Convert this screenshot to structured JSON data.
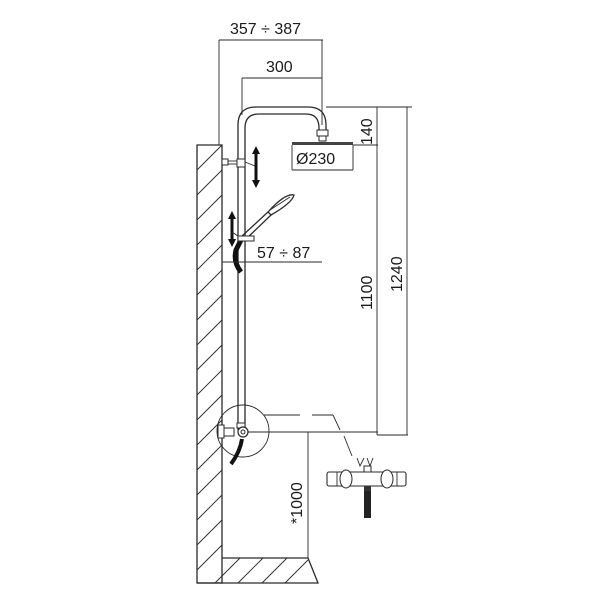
{
  "diagram": {
    "type": "shower column installation technical drawing",
    "units": "mm",
    "colors": {
      "line": "#2a2a2a",
      "text": "#1a1a1a",
      "background": "#ffffff"
    },
    "dimensions": {
      "wall_projection_range": "357 ÷ 387",
      "arm_reach": "300",
      "head_drop": "140",
      "head_diameter": "Ø230",
      "handshower_holder_range": "57 ÷ 87",
      "head_to_valve_height": "1100",
      "overall_height": "1240",
      "valve_from_floor": "*1000"
    },
    "components": [
      "wall (hatched section)",
      "floor (hatched section)",
      "vertical riser pipe",
      "overhead arm with rounded bend",
      "round overhead shower head",
      "sliding wall bracket with adjustment arrow",
      "hand shower on sliding holder with adjustment arrow",
      "thermostatic mixer valve (detail circle)",
      "thermostatic mixer front view (detail callout)"
    ]
  }
}
